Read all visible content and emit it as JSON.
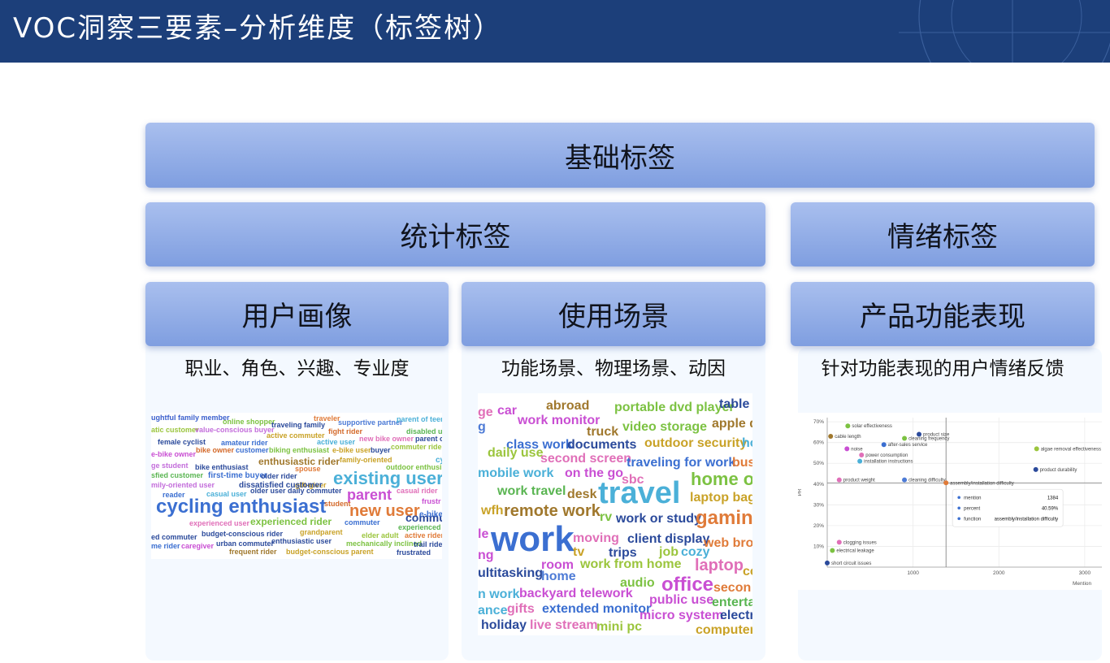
{
  "header": {
    "title": "VOC洞察三要素–分析维度（标签树）"
  },
  "bars": {
    "base": "基础标签",
    "stat": "统计标签",
    "emotion": "情绪标签",
    "persona": "用户画像",
    "scene": "使用场景",
    "product": "产品功能表现"
  },
  "descriptions": {
    "persona": "职业、角色、兴趣、专业度",
    "scene": "功能场景、物理场景、动因",
    "product": "针对功能表现的用户情绪反馈"
  },
  "persona_cloud": [
    {
      "t": "ughtful family member",
      "c": "#3a5fcd",
      "s": 9
    },
    {
      "t": "online shopper",
      "c": "#7cc242",
      "s": 9
    },
    {
      "t": "traveling family",
      "c": "#2b4a9b",
      "s": 9
    },
    {
      "t": "traveler",
      "c": "#e07b39",
      "s": 9
    },
    {
      "t": "supportive partner",
      "c": "#4d7bd6",
      "s": 9
    },
    {
      "t": "parent of teen",
      "c": "#4bb0d8",
      "s": 9
    },
    {
      "t": "atic customer",
      "c": "#9bc53d",
      "s": 9
    },
    {
      "t": "value-conscious buyer",
      "c": "#c36ddb",
      "s": 9
    },
    {
      "t": "active commuter",
      "c": "#c9a227",
      "s": 9
    },
    {
      "t": "fight rider",
      "c": "#d46a2b",
      "s": 9
    },
    {
      "t": "disabled us",
      "c": "#5ab552",
      "s": 9
    },
    {
      "t": "female cyclist",
      "c": "#2b4a9b",
      "s": 9
    },
    {
      "t": "amateur rider",
      "c": "#3b6fd1",
      "s": 9
    },
    {
      "t": "active user",
      "c": "#4bb0d8",
      "s": 9
    },
    {
      "t": "new bike owner",
      "c": "#e06fb8",
      "s": 9
    },
    {
      "t": "parent or",
      "c": "#2b4a9b",
      "s": 9
    },
    {
      "t": "e-bike owner",
      "c": "#c94fd3",
      "s": 9
    },
    {
      "t": "bike owner",
      "c": "#d46a2b",
      "s": 9
    },
    {
      "t": "customer",
      "c": "#3b6fd1",
      "s": 9
    },
    {
      "t": "biking enthusiast",
      "c": "#7cc242",
      "s": 9
    },
    {
      "t": "e-bike user",
      "c": "#c9a227",
      "s": 9
    },
    {
      "t": "buyer",
      "c": "#2b4a9b",
      "s": 9
    },
    {
      "t": "commuter rider",
      "c": "#9bc53d",
      "s": 9
    },
    {
      "t": "ge student",
      "c": "#c36ddb",
      "s": 9
    },
    {
      "t": "enthusiastic rider",
      "c": "#a0782d",
      "s": 12
    },
    {
      "t": "family-oriented",
      "c": "#c9a227",
      "s": 9
    },
    {
      "t": "cyclist",
      "c": "#4bb0d8",
      "s": 10
    },
    {
      "t": "bike enthusiast",
      "c": "#2b4a9b",
      "s": 9
    },
    {
      "t": "spouse",
      "c": "#e07b39",
      "s": 9
    },
    {
      "t": "outdoor enthusi",
      "c": "#7cc242",
      "s": 9
    },
    {
      "t": "first-time buyer",
      "c": "#3b6fd1",
      "s": 10
    },
    {
      "t": "older rider",
      "c": "#2b4a9b",
      "s": 9
    },
    {
      "t": "existing user",
      "c": "#4bb0d8",
      "s": 22
    },
    {
      "t": "sfied customer",
      "c": "#5ab552",
      "s": 9
    },
    {
      "t": "gift-giver",
      "c": "#c9a227",
      "s": 9
    },
    {
      "t": "mily-oriented user",
      "c": "#c36ddb",
      "s": 9
    },
    {
      "t": "dissatisfied customer",
      "c": "#2b4a9b",
      "s": 10
    },
    {
      "t": "reader",
      "c": "#3b6fd1",
      "s": 9
    },
    {
      "t": "casual user",
      "c": "#4bb0d8",
      "s": 9
    },
    {
      "t": "older user",
      "c": "#2b4a9b",
      "s": 9
    },
    {
      "t": "daily commuter",
      "c": "#2b4a9b",
      "s": 9
    },
    {
      "t": "parent",
      "c": "#c94fd3",
      "s": 18
    },
    {
      "t": "casual rider",
      "c": "#e06fb8",
      "s": 9
    },
    {
      "t": "cycling enthusiast",
      "c": "#3b6fd1",
      "s": 24
    },
    {
      "t": "student",
      "c": "#d46a2b",
      "s": 9
    },
    {
      "t": "new user",
      "c": "#e07b39",
      "s": 20
    },
    {
      "t": "frustr",
      "c": "#c94fd3",
      "s": 9
    },
    {
      "t": "commuter",
      "c": "#3b6fd1",
      "s": 9
    },
    {
      "t": "experienced user",
      "c": "#e06fb8",
      "s": 9
    },
    {
      "t": "experienced rider",
      "c": "#7cc242",
      "s": 12
    },
    {
      "t": "commuter",
      "c": "#2b4a9b",
      "s": 14
    },
    {
      "t": "e-bike",
      "c": "#3b6fd1",
      "s": 10
    },
    {
      "t": "budget-conscious rider",
      "c": "#2b4a9b",
      "s": 9
    },
    {
      "t": "grandparent",
      "c": "#c9a227",
      "s": 9
    },
    {
      "t": "experienced",
      "c": "#5ab552",
      "s": 9
    },
    {
      "t": "ed commuter",
      "c": "#2b4a9b",
      "s": 9
    },
    {
      "t": "elder adult",
      "c": "#9bc53d",
      "s": 9
    },
    {
      "t": "active rider",
      "c": "#e07b39",
      "s": 9
    },
    {
      "t": "urban commuter",
      "c": "#2b4a9b",
      "s": 9
    },
    {
      "t": "enthusiastic user",
      "c": "#2b4a9b",
      "s": 9
    },
    {
      "t": "me rider",
      "c": "#3b6fd1",
      "s": 9
    },
    {
      "t": "caregiver",
      "c": "#c94fd3",
      "s": 9
    },
    {
      "t": "mechanically inclined",
      "c": "#7cc242",
      "s": 9
    },
    {
      "t": "trail rider",
      "c": "#2b4a9b",
      "s": 9
    },
    {
      "t": "frequent rider",
      "c": "#a0782d",
      "s": 9
    },
    {
      "t": "budget-conscious parent",
      "c": "#c9a227",
      "s": 9
    },
    {
      "t": "frustrated",
      "c": "#2b4a9b",
      "s": 9
    }
  ],
  "scene_cloud": [
    {
      "t": "ge",
      "c": "#e06fb8",
      "s": 16
    },
    {
      "t": "car",
      "c": "#c94fd3",
      "s": 16
    },
    {
      "t": "abroad",
      "c": "#a0782d",
      "s": 16
    },
    {
      "t": "portable dvd player",
      "c": "#7cc242",
      "s": 16
    },
    {
      "t": "table",
      "c": "#2b4a9b",
      "s": 16
    },
    {
      "t": "g",
      "c": "#4d7bd6",
      "s": 16
    },
    {
      "t": "work monitor",
      "c": "#c94fd3",
      "s": 16
    },
    {
      "t": "truck",
      "c": "#a0782d",
      "s": 16
    },
    {
      "t": "video storage",
      "c": "#7cc242",
      "s": 16
    },
    {
      "t": "apple dev",
      "c": "#a0782d",
      "s": 16
    },
    {
      "t": "class work",
      "c": "#3b6fd1",
      "s": 16
    },
    {
      "t": "documents",
      "c": "#2b4a9b",
      "s": 16
    },
    {
      "t": "outdoor security",
      "c": "#c9a227",
      "s": 16
    },
    {
      "t": "ho",
      "c": "#4bb0d8",
      "s": 16
    },
    {
      "t": "daily use",
      "c": "#9bc53d",
      "s": 16
    },
    {
      "t": "second screen",
      "c": "#e06fb8",
      "s": 16
    },
    {
      "t": "traveling for work",
      "c": "#3b6fd1",
      "s": 16
    },
    {
      "t": "busi",
      "c": "#e07b39",
      "s": 16
    },
    {
      "t": "mobile work",
      "c": "#4bb0d8",
      "s": 16
    },
    {
      "t": "on the go",
      "c": "#c94fd3",
      "s": 16
    },
    {
      "t": "sbc",
      "c": "#e06fb8",
      "s": 16
    },
    {
      "t": "home off",
      "c": "#7cc242",
      "s": 22
    },
    {
      "t": "work travel",
      "c": "#5ab552",
      "s": 16
    },
    {
      "t": "desk",
      "c": "#a0782d",
      "s": 16
    },
    {
      "t": "travel",
      "c": "#4bb0d8",
      "s": 38
    },
    {
      "t": "laptop bag",
      "c": "#c9a227",
      "s": 16
    },
    {
      "t": "wfh",
      "c": "#c9a227",
      "s": 16
    },
    {
      "t": "remote work",
      "c": "#a0782d",
      "s": 20
    },
    {
      "t": "rv",
      "c": "#7cc242",
      "s": 16
    },
    {
      "t": "work or study",
      "c": "#2b4a9b",
      "s": 16
    },
    {
      "t": "gaming",
      "c": "#e07b39",
      "s": 24
    },
    {
      "t": "le",
      "c": "#c94fd3",
      "s": 16
    },
    {
      "t": "work",
      "c": "#3b6fd1",
      "s": 44
    },
    {
      "t": "moving",
      "c": "#e06fb8",
      "s": 16
    },
    {
      "t": "client display",
      "c": "#2b4a9b",
      "s": 16
    },
    {
      "t": "web brow",
      "c": "#e07b39",
      "s": 16
    },
    {
      "t": "ng",
      "c": "#c94fd3",
      "s": 16
    },
    {
      "t": "tv",
      "c": "#c9a227",
      "s": 16
    },
    {
      "t": "trips",
      "c": "#2b4a9b",
      "s": 16
    },
    {
      "t": "job",
      "c": "#9bc53d",
      "s": 16
    },
    {
      "t": "cozy",
      "c": "#4bb0d8",
      "s": 16
    },
    {
      "t": "room",
      "c": "#c94fd3",
      "s": 16
    },
    {
      "t": "work from home",
      "c": "#9bc53d",
      "s": 16
    },
    {
      "t": "laptop",
      "c": "#e06fb8",
      "s": 20
    },
    {
      "t": "co",
      "c": "#c9a227",
      "s": 16
    },
    {
      "t": "ultitasking",
      "c": "#2b4a9b",
      "s": 16
    },
    {
      "t": "home",
      "c": "#4d7bd6",
      "s": 16
    },
    {
      "t": "audio",
      "c": "#7cc242",
      "s": 16
    },
    {
      "t": "office",
      "c": "#c94fd3",
      "s": 24
    },
    {
      "t": "secon",
      "c": "#e07b39",
      "s": 16
    },
    {
      "t": "n work",
      "c": "#4bb0d8",
      "s": 16
    },
    {
      "t": "backyard telework",
      "c": "#c94fd3",
      "s": 16
    },
    {
      "t": "public use",
      "c": "#c94fd3",
      "s": 16
    },
    {
      "t": "enterta",
      "c": "#5ab552",
      "s": 16
    },
    {
      "t": "ance",
      "c": "#4bb0d8",
      "s": 16
    },
    {
      "t": "gifts",
      "c": "#e06fb8",
      "s": 16
    },
    {
      "t": "extended monitor",
      "c": "#3b6fd1",
      "s": 16
    },
    {
      "t": "micro system",
      "c": "#c94fd3",
      "s": 16
    },
    {
      "t": "electr",
      "c": "#2b4a9b",
      "s": 16
    },
    {
      "t": "holiday",
      "c": "#2b4a9b",
      "s": 16
    },
    {
      "t": "live stream",
      "c": "#e06fb8",
      "s": 16
    },
    {
      "t": "mini pc",
      "c": "#9bc53d",
      "s": 16
    },
    {
      "t": "computer s",
      "c": "#c9a227",
      "s": 16
    }
  ],
  "chart_data": {
    "type": "scatter",
    "xlabel": "Mention",
    "ylabel": "PR",
    "xlim": [
      0,
      3200
    ],
    "ylim": [
      0,
      72
    ],
    "x_ticks": [
      1000,
      2000,
      3000
    ],
    "y_ticks": [
      10,
      20,
      30,
      40,
      50,
      60,
      70
    ],
    "reference_lines": {
      "x": 1384,
      "y": 40.59
    },
    "points": [
      {
        "name": "solar effectiveness",
        "x": 240,
        "y": 68,
        "color": "#7cc242"
      },
      {
        "name": "product size",
        "x": 1070,
        "y": 64,
        "color": "#2b4a9b"
      },
      {
        "name": "cable length",
        "x": 40,
        "y": 63,
        "color": "#a0782d"
      },
      {
        "name": "cleaning frequency",
        "x": 900,
        "y": 62,
        "color": "#7cc242"
      },
      {
        "name": "after-sales service",
        "x": 660,
        "y": 59,
        "color": "#3b6fd1"
      },
      {
        "name": "algae removal effectiveness",
        "x": 2440,
        "y": 57,
        "color": "#9bc53d"
      },
      {
        "name": "noise",
        "x": 230,
        "y": 57,
        "color": "#c94fd3"
      },
      {
        "name": "power consumption",
        "x": 400,
        "y": 54,
        "color": "#e06fb8"
      },
      {
        "name": "installation instructions",
        "x": 380,
        "y": 51,
        "color": "#4bb0d8"
      },
      {
        "name": "product durability",
        "x": 2430,
        "y": 47,
        "color": "#2b4a9b"
      },
      {
        "name": "product weight",
        "x": 140,
        "y": 42,
        "color": "#e06fb8"
      },
      {
        "name": "cleaning difficulty",
        "x": 900,
        "y": 42,
        "color": "#4d7bd6"
      },
      {
        "name": "assembly/installation difficulty",
        "x": 1384,
        "y": 40.59,
        "color": "#e07b39"
      },
      {
        "name": "clogging issues",
        "x": 140,
        "y": 12,
        "color": "#e06fb8"
      },
      {
        "name": "electrical leakage",
        "x": 60,
        "y": 8,
        "color": "#7cc242"
      },
      {
        "name": "short circuit issues",
        "x": 0,
        "y": 2,
        "color": "#2b4a9b"
      }
    ],
    "tooltip": {
      "rows": [
        {
          "label": "mention",
          "value": "1384"
        },
        {
          "label": "percent",
          "value": "40.59%"
        },
        {
          "label": "function",
          "value": "assembly/installation difficulty"
        }
      ]
    }
  }
}
